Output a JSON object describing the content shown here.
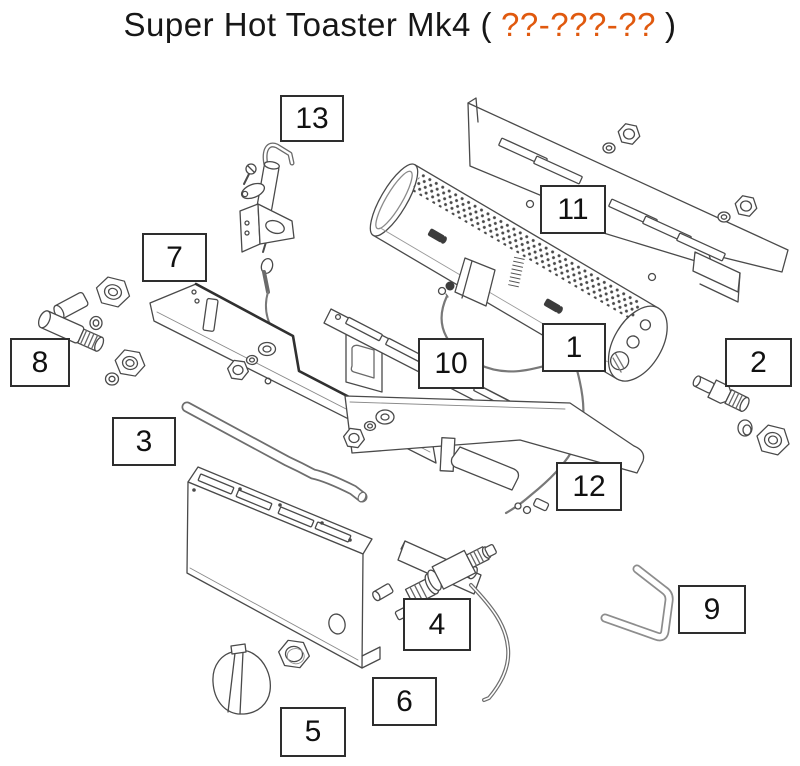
{
  "title": {
    "prefix": "Super Hot Toaster Mk4 (",
    "code": "??-???-??",
    "suffix": ")",
    "code_color": "#e0590e"
  },
  "part_labels": [
    "1",
    "2",
    "3",
    "4",
    "5",
    "6",
    "7",
    "8",
    "9",
    "10",
    "11",
    "12",
    "13"
  ]
}
